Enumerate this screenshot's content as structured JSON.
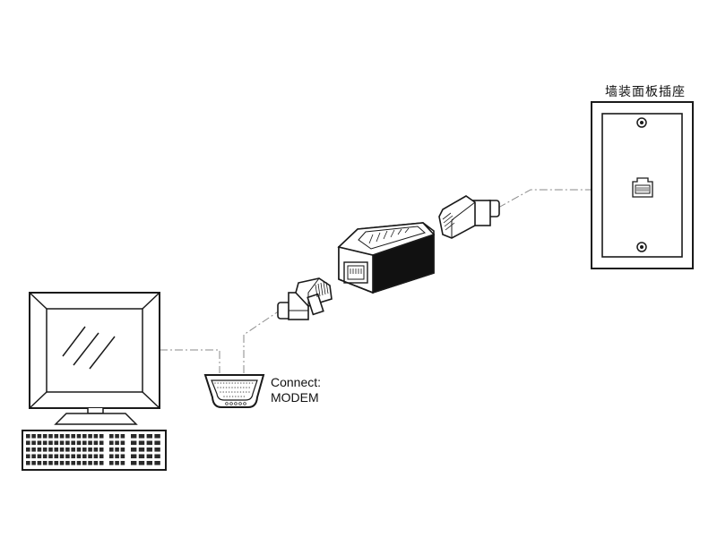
{
  "labels": {
    "wall_plate": "墙装面板插座",
    "connect_line1": "Connect:",
    "connect_line2": "MODEM"
  }
}
